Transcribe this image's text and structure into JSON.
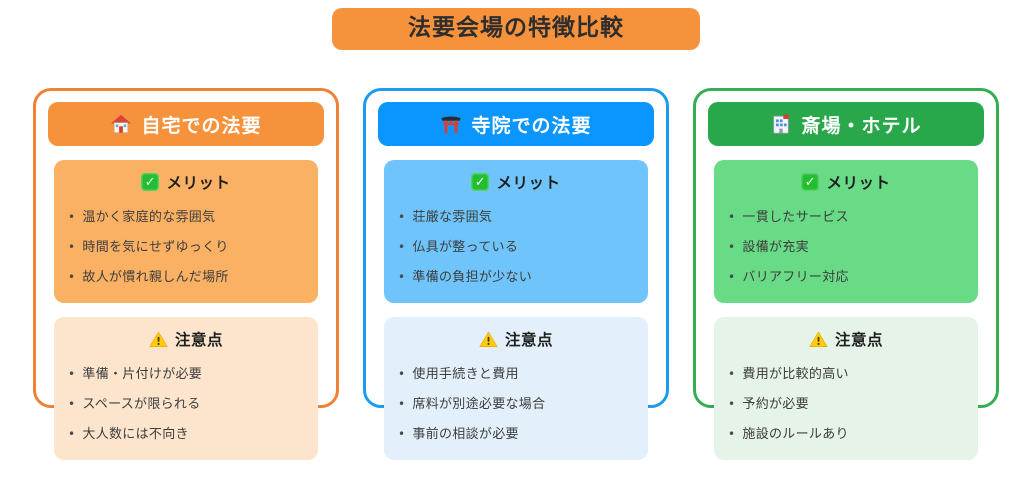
{
  "page": {
    "title": "法要会場の特徴比較",
    "title_bg": "#F7923C",
    "background": "#ffffff",
    "bullet_char": "•"
  },
  "cards": [
    {
      "id": "home",
      "icon": "house-icon",
      "title": "自宅での法要",
      "colors": {
        "border": "#F08136",
        "header_bg": "#F7923C",
        "merit_bg": "#FBB164",
        "caution_bg": "#FCE5CC"
      },
      "merit": {
        "icon": "check-icon",
        "heading": "メリット",
        "items": [
          "温かく家庭的な雰囲気",
          "時間を気にせずゆっくり",
          "故人が慣れ親しんだ場所"
        ]
      },
      "caution": {
        "icon": "warning-icon",
        "heading": "注意点",
        "items": [
          "準備・片付けが必要",
          "スペースが限られる",
          "大人数には不向き"
        ]
      }
    },
    {
      "id": "temple",
      "icon": "torii-icon",
      "title": "寺院での法要",
      "colors": {
        "border": "#1C9BF0",
        "header_bg": "#0A96FE",
        "merit_bg": "#6FC4FC",
        "caution_bg": "#E3F0FB"
      },
      "merit": {
        "icon": "check-icon",
        "heading": "メリット",
        "items": [
          "荘厳な雰囲気",
          "仏具が整っている",
          "準備の負担が少ない"
        ]
      },
      "caution": {
        "icon": "warning-icon",
        "heading": "注意点",
        "items": [
          "使用手続きと費用",
          "席料が別途必要な場合",
          "事前の相談が必要"
        ]
      }
    },
    {
      "id": "hall",
      "icon": "hotel-icon",
      "title": "斎場・ホテル",
      "colors": {
        "border": "#35AD55",
        "header_bg": "#28A74B",
        "merit_bg": "#69DA86",
        "caution_bg": "#E6F3E8"
      },
      "merit": {
        "icon": "check-icon",
        "heading": "メリット",
        "items": [
          "一貫したサービス",
          "設備が充実",
          "バリアフリー対応"
        ]
      },
      "caution": {
        "icon": "warning-icon",
        "heading": "注意点",
        "items": [
          "費用が比較的高い",
          "予約が必要",
          "施設のルールあり"
        ]
      }
    }
  ]
}
